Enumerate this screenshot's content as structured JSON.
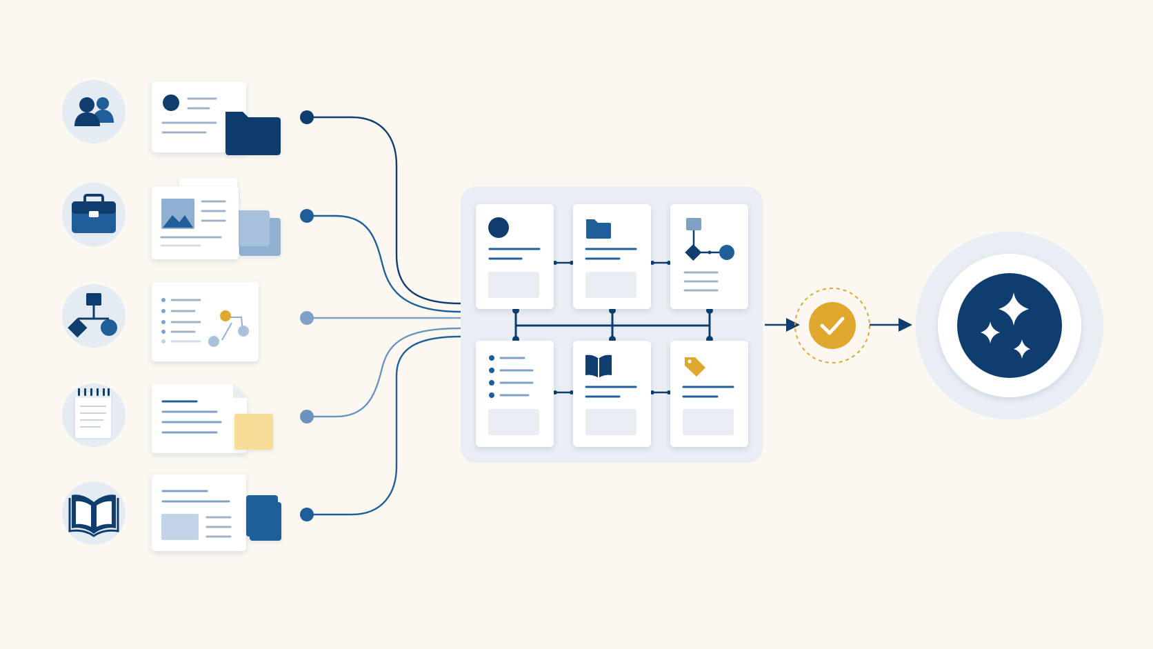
{
  "colors": {
    "background": "#fbf8f2",
    "navy": "#0f3d6e",
    "blue": "#1f5e99",
    "mid_blue": "#4f7fae",
    "light_blue": "#8fb0d0",
    "pale_blue": "#e5ebf2",
    "card": "#ffffff",
    "line_gray": "#9fb2c7",
    "gold": "#e0a72e",
    "sticky_yellow": "#f7dd98"
  },
  "sources": [
    {
      "icon": "users-icon",
      "document": "profile-document",
      "attachment": "navy-folder"
    },
    {
      "icon": "briefcase-icon",
      "document": "image-document-stack",
      "attachment": "light-blue-folder"
    },
    {
      "icon": "org-flow-icon",
      "document": "checklist-flow-document",
      "attachment": "none"
    },
    {
      "icon": "notepad-icon",
      "document": "text-document",
      "attachment": "yellow-sticky-note"
    },
    {
      "icon": "open-book-icon",
      "document": "article-document",
      "attachment": "blue-folder"
    }
  ],
  "hub_cards": [
    {
      "icon": "avatar-dot-icon"
    },
    {
      "icon": "folder-icon"
    },
    {
      "icon": "flowchart-icon"
    },
    {
      "icon": "list-bullets-icon"
    },
    {
      "icon": "book-icon"
    },
    {
      "icon": "price-tag-icon"
    }
  ],
  "validation": {
    "icon": "checkmark-icon"
  },
  "output": {
    "icon": "sparkles-icon"
  }
}
